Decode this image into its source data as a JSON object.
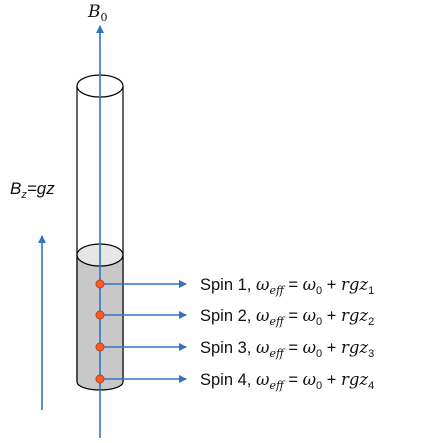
{
  "field_label": {
    "base": "B",
    "sub": "0"
  },
  "gradient_label": {
    "base": "B",
    "sub": "z",
    "rest": "=gz"
  },
  "spins": [
    {
      "name": "Spin 1",
      "index": "1"
    },
    {
      "name": "Spin 2",
      "index": "2"
    },
    {
      "name": "Spin 3",
      "index": "3"
    },
    {
      "name": "Spin 4",
      "index": "4"
    }
  ],
  "equation": {
    "omega": "ω",
    "eff": "eff",
    "omega0_sub": "0",
    "rgz": "rgz",
    "equals": "=",
    "plus": "+",
    "comma": ","
  },
  "colors": {
    "arrow": "#2e74c9",
    "dot_fill": "#ff5a1f",
    "dot_stroke": "#c0392b",
    "liquid": "#c8c8c8"
  }
}
